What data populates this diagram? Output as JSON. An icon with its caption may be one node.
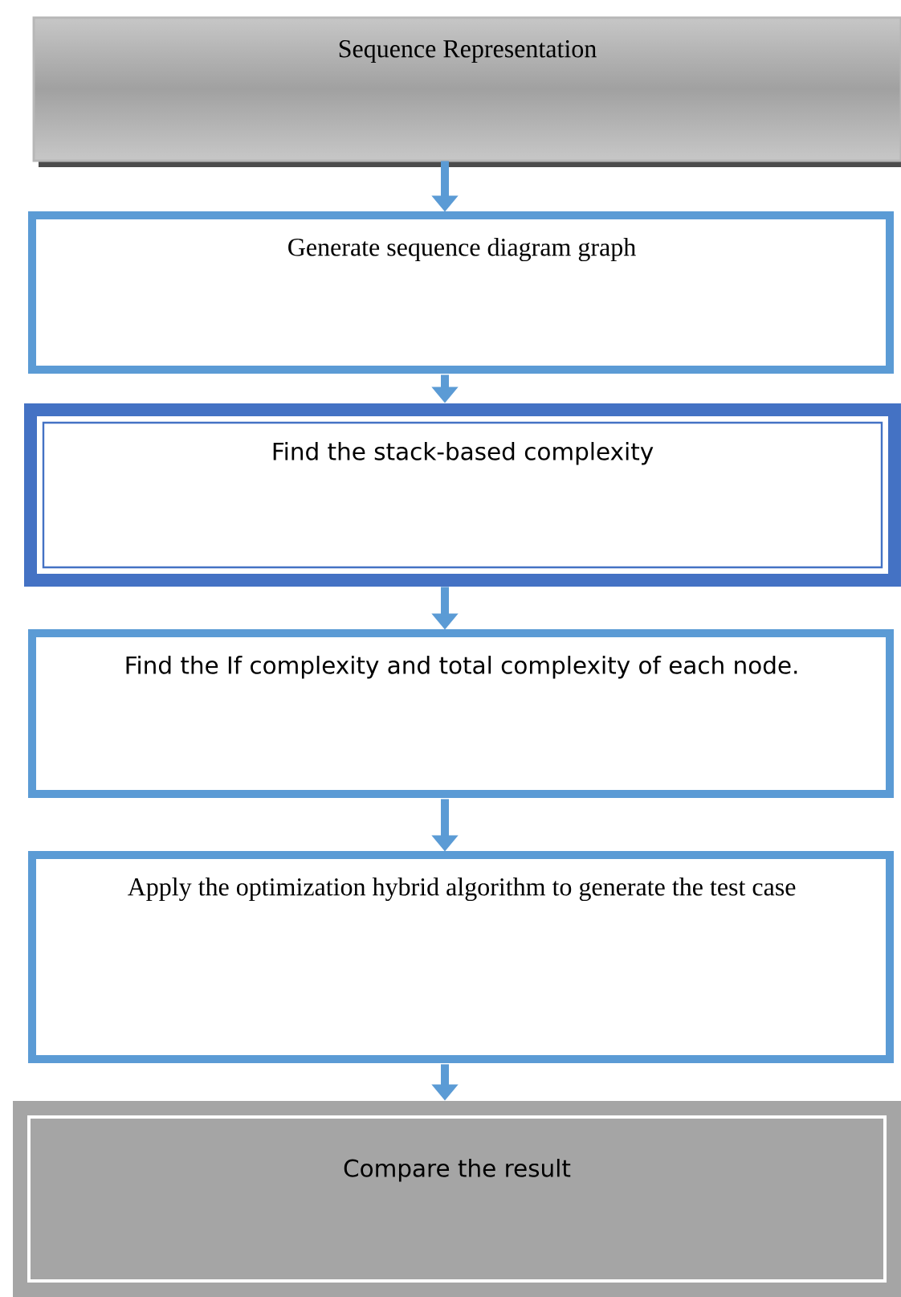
{
  "diagram": {
    "nodes": [
      {
        "text": [
          "Sequence Representation"
        ]
      },
      {
        "text": [
          "Generate sequence diagram graph"
        ]
      },
      {
        "text": [
          "Find the stack-based complexity"
        ]
      },
      {
        "text": [
          "Find the If complexity and total complexity of each node."
        ]
      },
      {
        "text": [
          "Apply the optimization hybrid algorithm to generate the test case"
        ]
      },
      {
        "text": [
          "Compare the result"
        ]
      }
    ],
    "edges": [
      {
        "from": 0,
        "to": 1,
        "arrow": "to"
      },
      {
        "from": 1,
        "to": 2,
        "arrow": "to"
      },
      {
        "from": 2,
        "to": 3,
        "arrow": "to"
      },
      {
        "from": 3,
        "to": 4,
        "arrow": "to"
      },
      {
        "from": 4,
        "to": 5,
        "arrow": "to"
      }
    ]
  }
}
